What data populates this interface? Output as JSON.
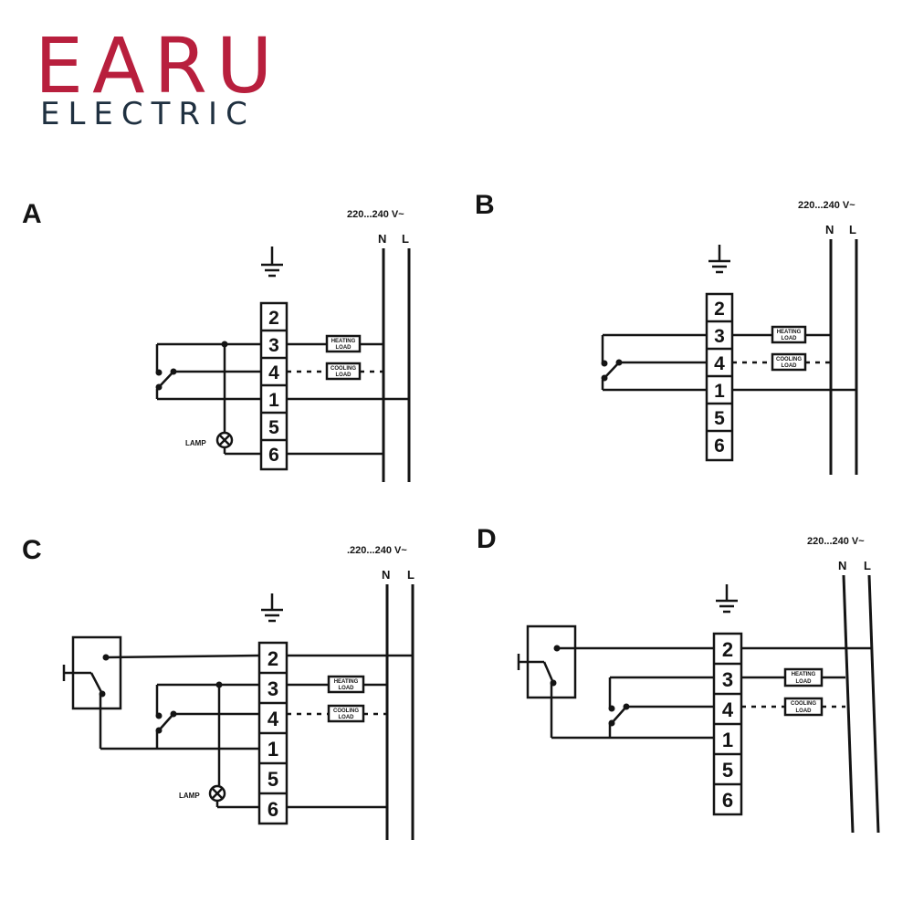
{
  "logo": {
    "brand": "EARU",
    "subtitle": "ELECTRIC",
    "brand_color": "#b81f3d",
    "subtitle_color": "#1f3040"
  },
  "diagrams": [
    {
      "id": "A",
      "supply": "220...240 V~",
      "neutral": "N",
      "live": "L",
      "terminals": [
        "2",
        "3",
        "4",
        "1",
        "5",
        "6"
      ],
      "heating": [
        "HEATING",
        "LOAD"
      ],
      "cooling": [
        "COOLING",
        "LOAD"
      ],
      "lamp": "LAMP"
    },
    {
      "id": "B",
      "supply": "220...240 V~",
      "neutral": "N",
      "live": "L",
      "terminals": [
        "2",
        "3",
        "4",
        "1",
        "5",
        "6"
      ],
      "heating": [
        "HEATING",
        "LOAD"
      ],
      "cooling": [
        "COOLING",
        "LOAD"
      ]
    },
    {
      "id": "C",
      "supply": ".220...240 V~",
      "neutral": "N",
      "live": "L",
      "terminals": [
        "2",
        "3",
        "4",
        "1",
        "5",
        "6"
      ],
      "heating": [
        "HEATING",
        "LOAD"
      ],
      "cooling": [
        "COOLING",
        "LOAD"
      ],
      "lamp": "LAMP"
    },
    {
      "id": "D",
      "supply": "220...240 V~",
      "neutral": "N",
      "live": "L",
      "terminals": [
        "2",
        "3",
        "4",
        "1",
        "5",
        "6"
      ],
      "heating": [
        "HEATING",
        "LOAD"
      ],
      "cooling": [
        "COOLING",
        "LOAD"
      ]
    }
  ]
}
